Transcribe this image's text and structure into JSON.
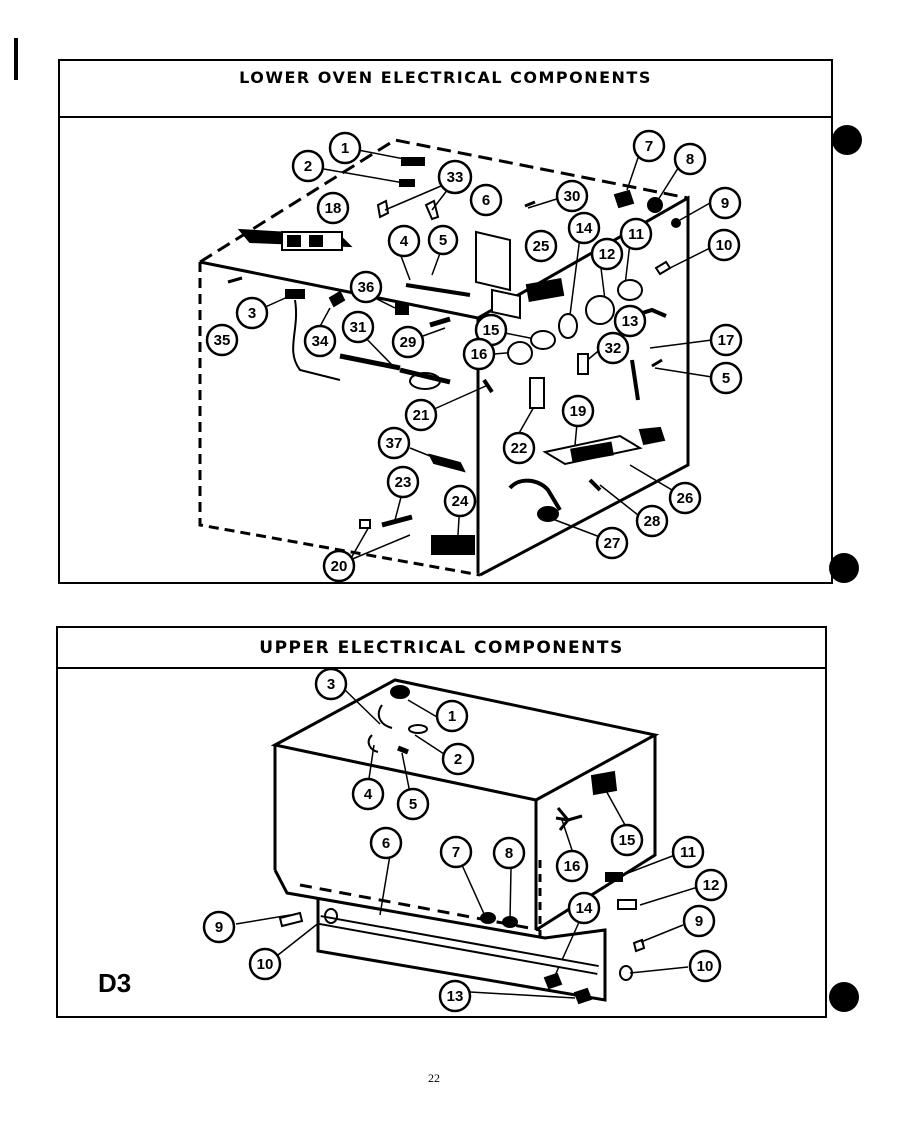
{
  "lower_panel": {
    "title": "LOWER OVEN ELECTRICAL COMPONENTS",
    "callouts": [
      "1",
      "2",
      "33",
      "18",
      "6",
      "30",
      "7",
      "8",
      "9",
      "10",
      "11",
      "12",
      "14",
      "25",
      "4",
      "5",
      "36",
      "3",
      "35",
      "34",
      "31",
      "29",
      "15",
      "16",
      "13",
      "32",
      "17",
      "5",
      "21",
      "22",
      "19",
      "26",
      "37",
      "23",
      "24",
      "20",
      "27",
      "28"
    ]
  },
  "upper_panel": {
    "title": "UPPER ELECTRICAL COMPONENTS",
    "callouts": [
      "3",
      "1",
      "2",
      "4",
      "5",
      "6",
      "7",
      "8",
      "15",
      "16",
      "11",
      "12",
      "9",
      "10",
      "14",
      "13",
      "9",
      "10"
    ]
  },
  "figure_code": "D3",
  "page_number": "22"
}
